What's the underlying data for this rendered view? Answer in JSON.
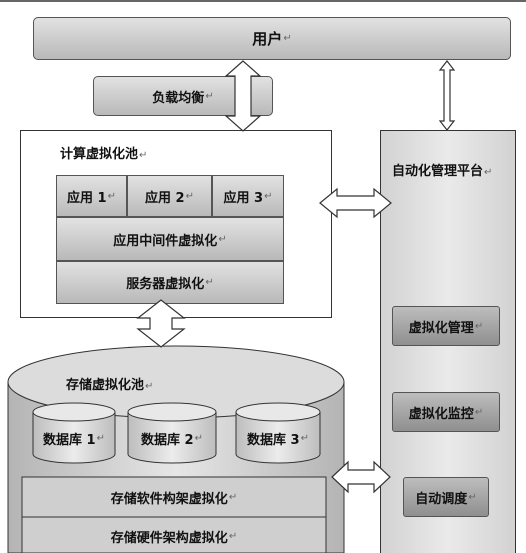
{
  "user": {
    "label": "用户"
  },
  "load_balancer": {
    "label": "负载均衡"
  },
  "compute_pool": {
    "title": "计算虚拟化池",
    "apps": [
      "应用 1",
      "应用 2",
      "应用 3"
    ],
    "middleware": "应用中间件虚拟化",
    "server": "服务器虚拟化"
  },
  "storage_pool": {
    "title": "存储虚拟化池",
    "databases": [
      "数据库 1",
      "数据库 2",
      "数据库 3"
    ],
    "software": "存储软件构架虚拟化",
    "hardware": "存储硬件架构虚拟化"
  },
  "automation": {
    "title": "自动化管理平台",
    "items": [
      "虚拟化管理",
      "虚拟化监控",
      "自动调度"
    ]
  }
}
